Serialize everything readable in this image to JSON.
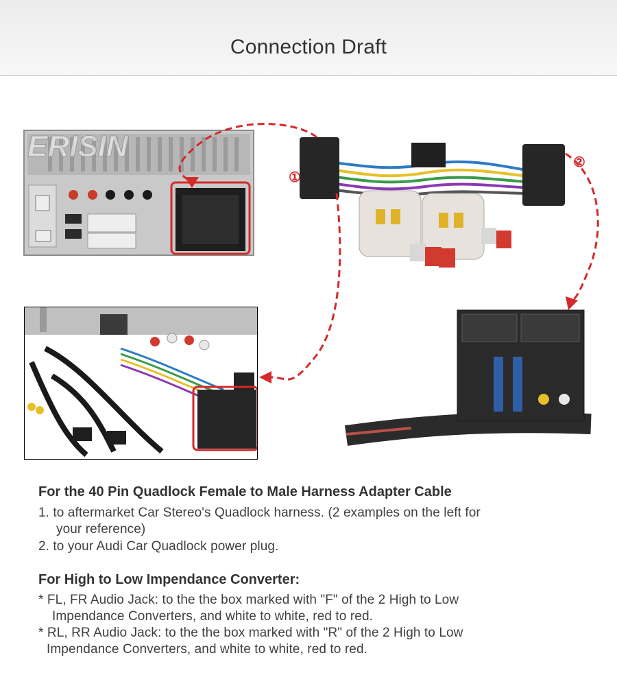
{
  "header": {
    "title": "Connection Draft"
  },
  "watermark": {
    "text": "ERISIN"
  },
  "markers": {
    "one": "①",
    "two": "②"
  },
  "colors": {
    "arrow": "#d42a2a",
    "highlight": "#d42a2a",
    "text": "#3f3f3f",
    "header_bg": "#ececec"
  },
  "sections": [
    {
      "heading": "For the 40 Pin Quadlock Female to Male Harness Adapter Cable",
      "lines": [
        "1. to aftermarket Car Stereo's Quadlock harness. (2 examples on the left for",
        "your reference)",
        "2. to your Audi Car Quadlock power plug."
      ]
    },
    {
      "heading": "For High to Low Impendance Converter:",
      "lines": [
        "* FL, FR Audio Jack: to the the box marked with \"F\" of the 2 High to Low",
        "Impendance Converters, and white to white, red to red.",
        "* RL, RR Audio Jack: to the the box marked with \"R\" of the 2 High to Low",
        "Impendance Converters, and white to white, red to red."
      ]
    }
  ]
}
